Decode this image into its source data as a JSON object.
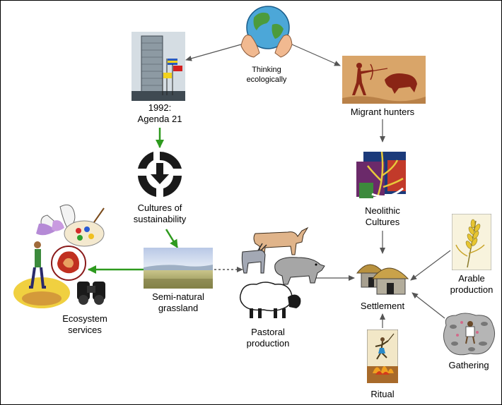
{
  "nodes": {
    "thinking": {
      "line1": "Thinking",
      "line2": "ecologically"
    },
    "agenda": {
      "line1": "1992:",
      "line2": "Agenda 21"
    },
    "migrant": {
      "label": "Migrant hunters"
    },
    "cultures": {
      "line1": "Cultures of",
      "line2": "sustainability"
    },
    "neolithic": {
      "line1": "Neolithic",
      "line2": "Cultures"
    },
    "ecosystem": {
      "line1": "Ecosystem",
      "line2": "services"
    },
    "grassland": {
      "line1": "Semi-natural",
      "line2": "grassland"
    },
    "pastoral": {
      "line1": "Pastoral",
      "line2": "production"
    },
    "settlement": {
      "label": "Settlement"
    },
    "arable": {
      "line1": "Arable",
      "line2": "production"
    },
    "gathering": {
      "label": "Gathering"
    },
    "ritual": {
      "label": "Ritual"
    }
  },
  "colors": {
    "arrow_gray": "#555555",
    "arrow_green": "#2e9a1e"
  }
}
